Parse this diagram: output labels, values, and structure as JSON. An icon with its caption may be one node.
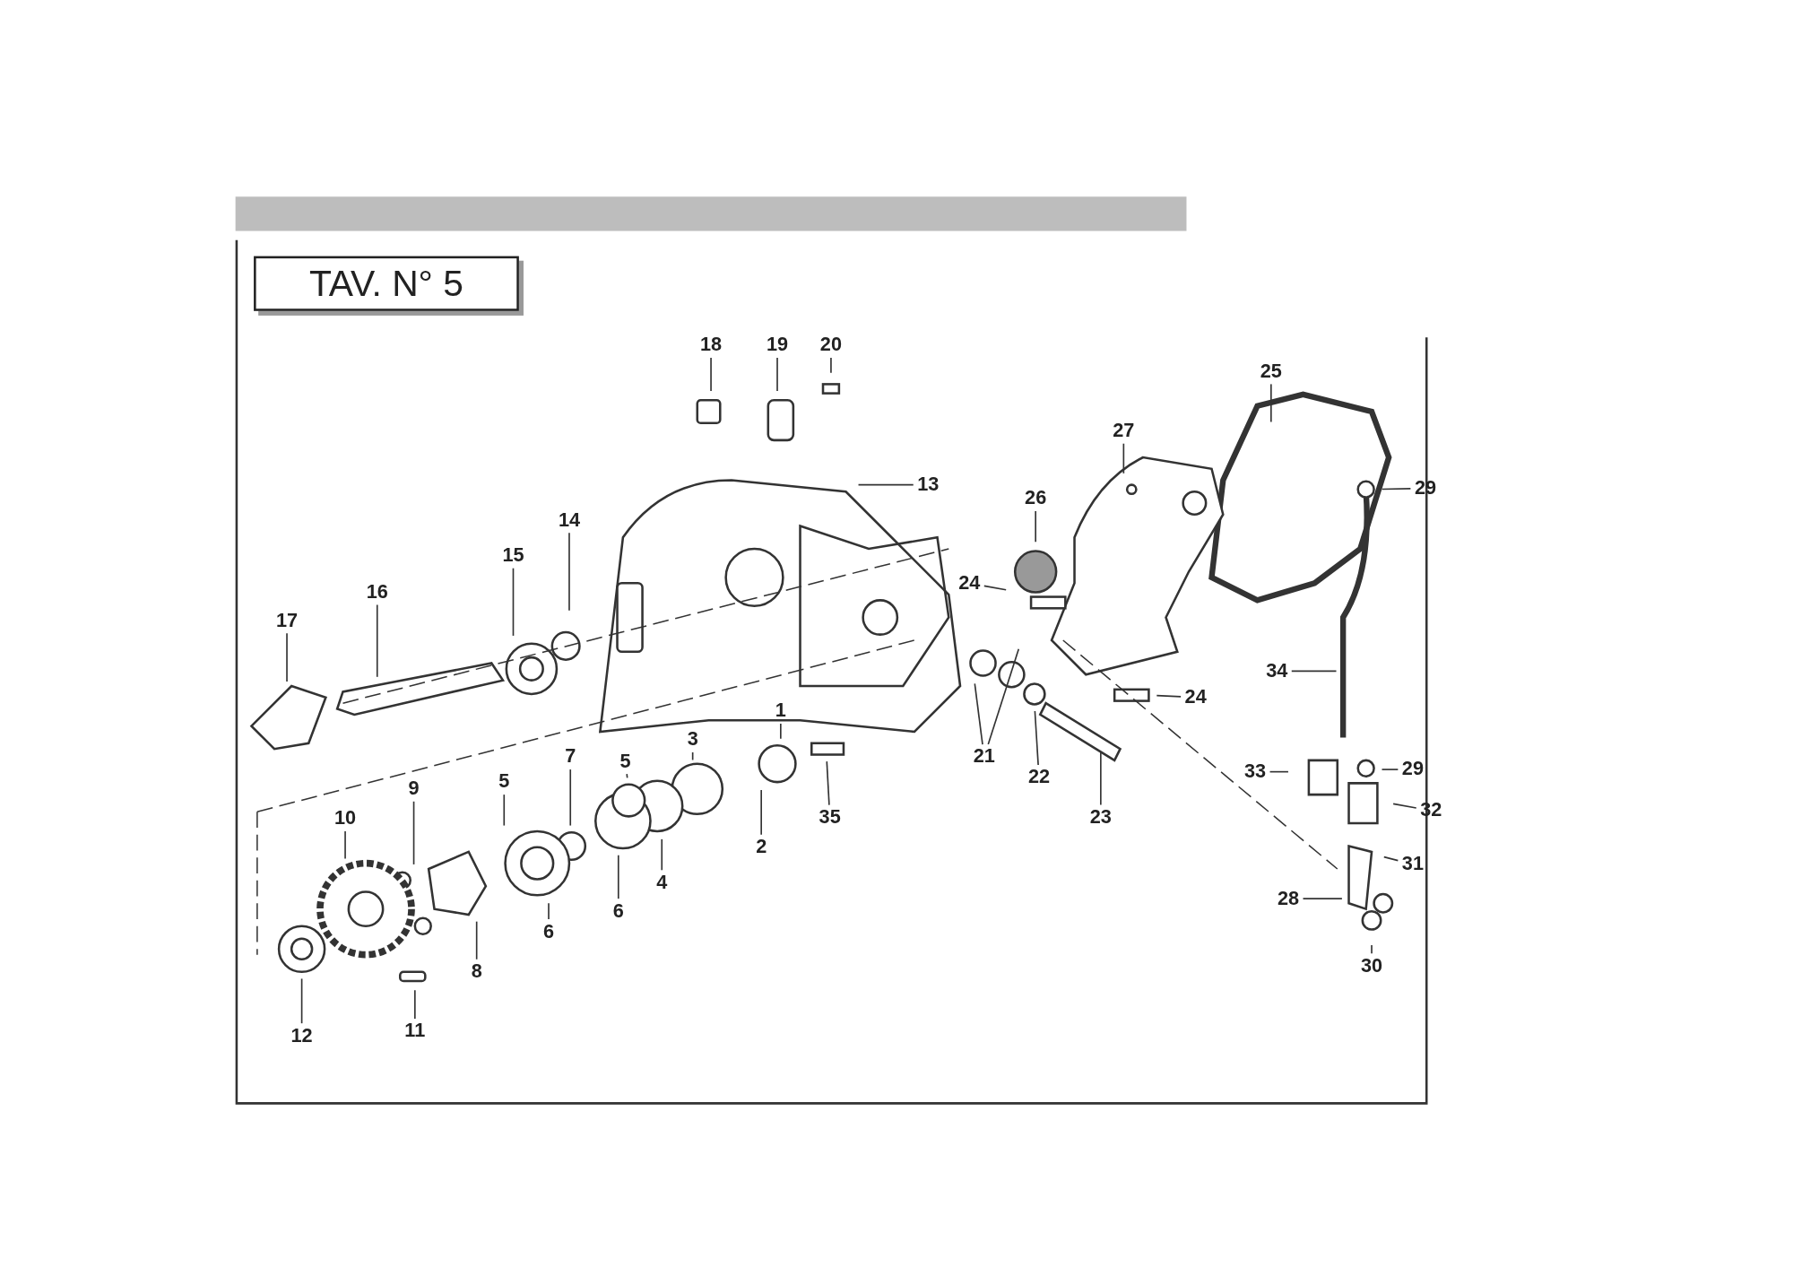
{
  "diagram": {
    "title": "TAV. N° 5",
    "nodes": [
      {
        "text": [
          "18"
        ]
      },
      {
        "text": [
          "19"
        ]
      },
      {
        "text": [
          "20"
        ]
      },
      {
        "text": [
          "25"
        ]
      },
      {
        "text": [
          "27"
        ]
      },
      {
        "text": [
          "13"
        ]
      },
      {
        "text": [
          "29"
        ]
      },
      {
        "text": [
          "26"
        ]
      },
      {
        "text": [
          "14"
        ]
      },
      {
        "text": [
          "15"
        ]
      },
      {
        "text": [
          "24"
        ]
      },
      {
        "text": [
          "16"
        ]
      },
      {
        "text": [
          "17"
        ]
      },
      {
        "text": [
          "34"
        ]
      },
      {
        "text": [
          "24"
        ]
      },
      {
        "text": [
          "1"
        ]
      },
      {
        "text": [
          "3"
        ]
      },
      {
        "text": [
          "21"
        ]
      },
      {
        "text": [
          "7"
        ]
      },
      {
        "text": [
          "5"
        ]
      },
      {
        "text": [
          "33"
        ]
      },
      {
        "text": [
          "29"
        ]
      },
      {
        "text": [
          "22"
        ]
      },
      {
        "text": [
          "5"
        ]
      },
      {
        "text": [
          "9"
        ]
      },
      {
        "text": [
          "32"
        ]
      },
      {
        "text": [
          "23"
        ]
      },
      {
        "text": [
          "35"
        ]
      },
      {
        "text": [
          "10"
        ]
      },
      {
        "text": [
          "2"
        ]
      },
      {
        "text": [
          "31"
        ]
      },
      {
        "text": [
          "4"
        ]
      },
      {
        "text": [
          "28"
        ]
      },
      {
        "text": [
          "6"
        ]
      },
      {
        "text": [
          "6"
        ]
      },
      {
        "text": [
          "30"
        ]
      },
      {
        "text": [
          "8"
        ]
      },
      {
        "text": [
          "11"
        ]
      },
      {
        "text": [
          "12"
        ]
      }
    ],
    "edges": [
      {
        "from": 0,
        "to": null,
        "arrow": "none"
      },
      {
        "from": 1,
        "to": null,
        "arrow": "none"
      },
      {
        "from": 2,
        "to": null,
        "arrow": "none"
      },
      {
        "from": 3,
        "to": null,
        "arrow": "none"
      },
      {
        "from": 4,
        "to": null,
        "arrow": "none"
      },
      {
        "from": 5,
        "to": null,
        "arrow": "none"
      },
      {
        "from": 6,
        "to": null,
        "arrow": "none"
      },
      {
        "from": 7,
        "to": null,
        "arrow": "none"
      },
      {
        "from": 8,
        "to": null,
        "arrow": "none"
      },
      {
        "from": 9,
        "to": null,
        "arrow": "none"
      },
      {
        "from": 10,
        "to": null,
        "arrow": "none"
      },
      {
        "from": 11,
        "to": null,
        "arrow": "none"
      },
      {
        "from": 12,
        "to": null,
        "arrow": "none"
      },
      {
        "from": 13,
        "to": null,
        "arrow": "none"
      },
      {
        "from": 14,
        "to": null,
        "arrow": "none"
      },
      {
        "from": 15,
        "to": null,
        "arrow": "none"
      },
      {
        "from": 16,
        "to": null,
        "arrow": "none"
      },
      {
        "from": 17,
        "to": null,
        "arrow": "none"
      },
      {
        "from": 17,
        "to": null,
        "arrow": "none"
      },
      {
        "from": 18,
        "to": null,
        "arrow": "none"
      },
      {
        "from": 19,
        "to": null,
        "arrow": "none"
      },
      {
        "from": 20,
        "to": null,
        "arrow": "none"
      },
      {
        "from": 21,
        "to": null,
        "arrow": "none"
      },
      {
        "from": 22,
        "to": null,
        "arrow": "none"
      },
      {
        "from": 23,
        "to": null,
        "arrow": "none"
      },
      {
        "from": 24,
        "to": null,
        "arrow": "none"
      },
      {
        "from": 25,
        "to": null,
        "arrow": "none"
      },
      {
        "from": 26,
        "to": null,
        "arrow": "none"
      },
      {
        "from": 27,
        "to": null,
        "arrow": "none"
      },
      {
        "from": 28,
        "to": null,
        "arrow": "none"
      },
      {
        "from": 29,
        "to": null,
        "arrow": "none"
      },
      {
        "from": 30,
        "to": null,
        "arrow": "none"
      },
      {
        "from": 31,
        "to": null,
        "arrow": "none"
      },
      {
        "from": 32,
        "to": null,
        "arrow": "none"
      },
      {
        "from": 33,
        "to": null,
        "arrow": "none"
      },
      {
        "from": 34,
        "to": null,
        "arrow": "none"
      },
      {
        "from": 35,
        "to": null,
        "arrow": "none"
      },
      {
        "from": 36,
        "to": null,
        "arrow": "none"
      },
      {
        "from": 37,
        "to": null,
        "arrow": "none"
      },
      {
        "from": 38,
        "to": null,
        "arrow": "none"
      }
    ]
  }
}
